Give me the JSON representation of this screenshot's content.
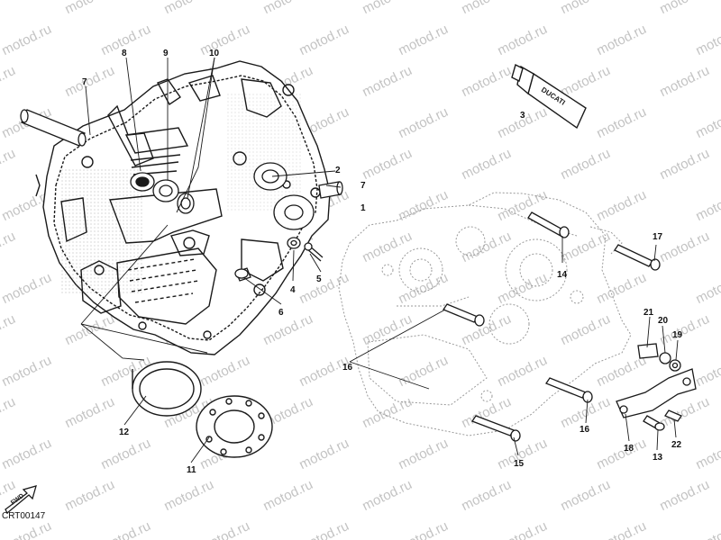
{
  "diagram": {
    "code": "CRT00147",
    "fwd_label": "FWD",
    "tube_label": "DUCATI",
    "watermark": "motod.ru",
    "colors": {
      "line": "#1a1a1a",
      "ghost": "#9a9a9a",
      "watermark": "#c4c4c4"
    },
    "callouts": [
      {
        "id": "c1",
        "text": "1"
      },
      {
        "id": "c2",
        "text": "2"
      },
      {
        "id": "c3",
        "text": "3"
      },
      {
        "id": "c4",
        "text": "4"
      },
      {
        "id": "c5",
        "text": "5"
      },
      {
        "id": "c6",
        "text": "6"
      },
      {
        "id": "c7a",
        "text": "7"
      },
      {
        "id": "c7b",
        "text": "7"
      },
      {
        "id": "c8",
        "text": "8"
      },
      {
        "id": "c9",
        "text": "9"
      },
      {
        "id": "c10",
        "text": "10"
      },
      {
        "id": "c11",
        "text": "11"
      },
      {
        "id": "c12",
        "text": "12"
      },
      {
        "id": "c13",
        "text": "13"
      },
      {
        "id": "c14",
        "text": "14"
      },
      {
        "id": "c15",
        "text": "15"
      },
      {
        "id": "c16a",
        "text": "16"
      },
      {
        "id": "c16b",
        "text": "16"
      },
      {
        "id": "c17",
        "text": "17"
      },
      {
        "id": "c18",
        "text": "18"
      },
      {
        "id": "c19",
        "text": "19"
      },
      {
        "id": "c20",
        "text": "20"
      },
      {
        "id": "c21",
        "text": "21"
      },
      {
        "id": "c22",
        "text": "22"
      }
    ]
  }
}
